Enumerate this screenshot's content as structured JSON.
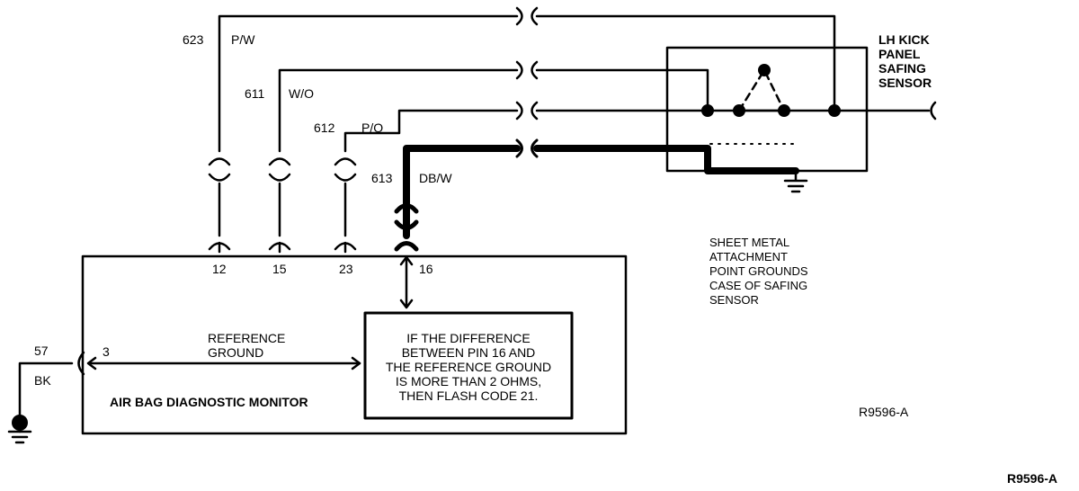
{
  "wires": {
    "w623": {
      "circuit": "623",
      "color": "P/W"
    },
    "w611": {
      "circuit": "611",
      "color": "W/O"
    },
    "w612": {
      "circuit": "612",
      "color": "P/O"
    },
    "w613": {
      "circuit": "613",
      "color": "DB/W"
    }
  },
  "pins": {
    "p12": "12",
    "p15": "15",
    "p23": "23",
    "p16": "16",
    "p3": "3"
  },
  "ground_wire": {
    "circuit": "57",
    "color": "BK"
  },
  "sensor_label": [
    "LH KICK",
    "PANEL",
    "SAFING",
    "SENSOR"
  ],
  "monitor_label": "AIR BAG DIAGNOSTIC MONITOR",
  "reference_ground": [
    "REFERENCE",
    "GROUND"
  ],
  "logic_box": [
    "IF THE DIFFERENCE",
    "BETWEEN PIN 16 AND",
    "THE REFERENCE GROUND",
    "IS MORE THAN 2 OHMS,",
    "THEN FLASH CODE 21."
  ],
  "sheet_metal_note": [
    "SHEET METAL",
    "ATTACHMENT",
    "POINT GROUNDS",
    "CASE OF SAFING",
    "SENSOR"
  ],
  "figure_id": "R9596-A",
  "figure_id_corner": "R9596-A"
}
